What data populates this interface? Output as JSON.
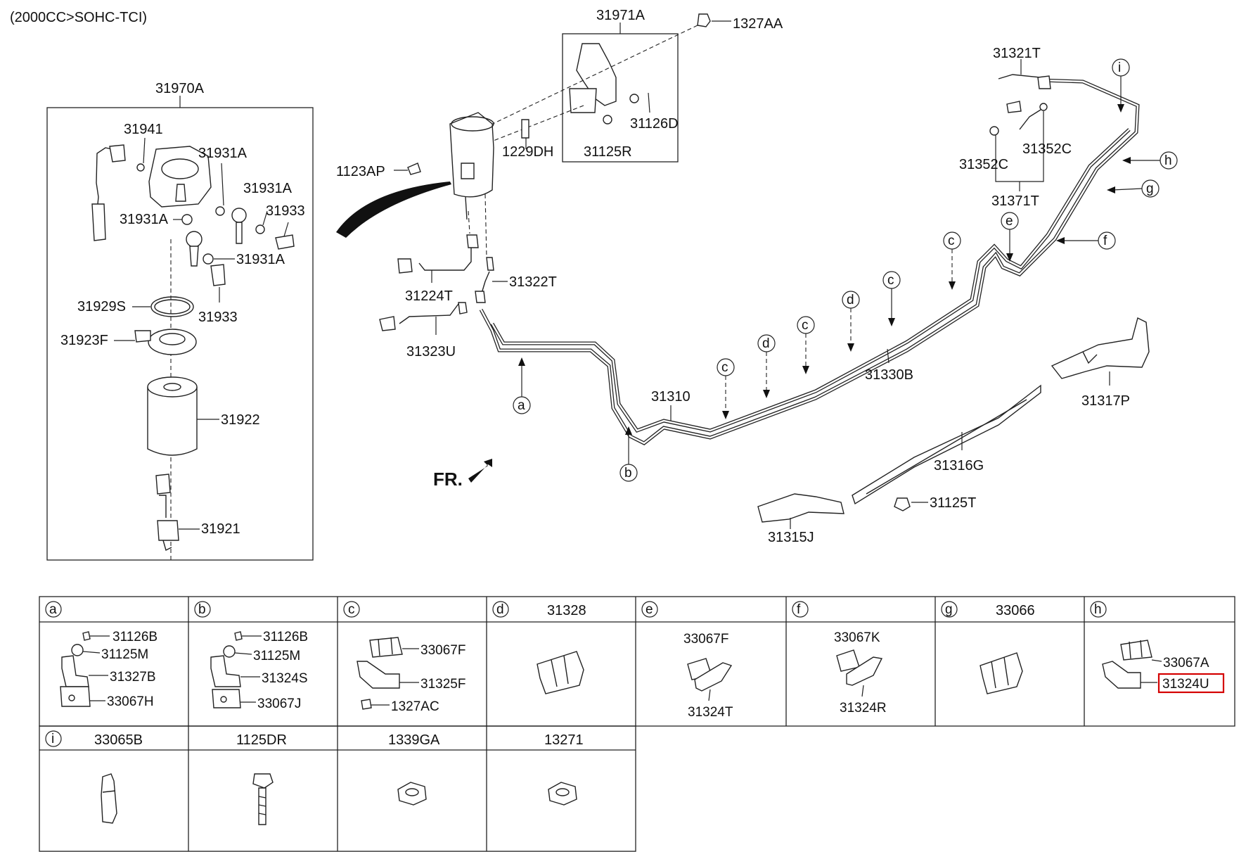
{
  "header": {
    "engine": "(2000CC>SOHC-TCI)"
  },
  "direction_label": "FR.",
  "filter_box": {
    "title": "31970A",
    "labels": [
      "31941",
      "31931A",
      "31931A",
      "31933",
      "31931A",
      "31931A",
      "31929S",
      "31933",
      "31923F",
      "31922",
      "31921"
    ]
  },
  "bracket_box": {
    "title": "31971A",
    "labels": [
      "1327AA",
      "31126D",
      "1229DH",
      "31125R",
      "1123AP"
    ]
  },
  "main_labels": [
    "31224T",
    "31322T",
    "31323U",
    "31310",
    "31330B",
    "31321T",
    "31352C",
    "31352C",
    "31371T",
    "31317P",
    "31316G",
    "31125T",
    "31315J"
  ],
  "callouts": [
    "a",
    "b",
    "c",
    "d",
    "c",
    "d",
    "c",
    "c",
    "e",
    "f",
    "g",
    "h",
    "i"
  ],
  "legend": {
    "row1": [
      {
        "key": "a",
        "title": "",
        "parts": [
          "31126B",
          "31125M",
          "31327B",
          "33067H"
        ]
      },
      {
        "key": "b",
        "title": "",
        "parts": [
          "31126B",
          "31125M",
          "31324S",
          "33067J"
        ]
      },
      {
        "key": "c",
        "title": "",
        "parts": [
          "33067F",
          "31325F",
          "1327AC"
        ]
      },
      {
        "key": "d",
        "title": "31328",
        "parts": []
      },
      {
        "key": "e",
        "title": "",
        "parts": [
          "33067F",
          "31324T"
        ]
      },
      {
        "key": "f",
        "title": "",
        "parts": [
          "33067K",
          "31324R"
        ]
      },
      {
        "key": "g",
        "title": "33066",
        "parts": []
      },
      {
        "key": "h",
        "title": "",
        "parts": [
          "33067A",
          "31324U"
        ]
      }
    ],
    "row2": [
      {
        "key": "i",
        "title": "33065B"
      },
      {
        "key": "",
        "title": "1125DR"
      },
      {
        "key": "",
        "title": "1339GA"
      },
      {
        "key": "",
        "title": "13271"
      }
    ]
  },
  "highlight": {
    "part": "31324U",
    "color": "#d40000"
  }
}
